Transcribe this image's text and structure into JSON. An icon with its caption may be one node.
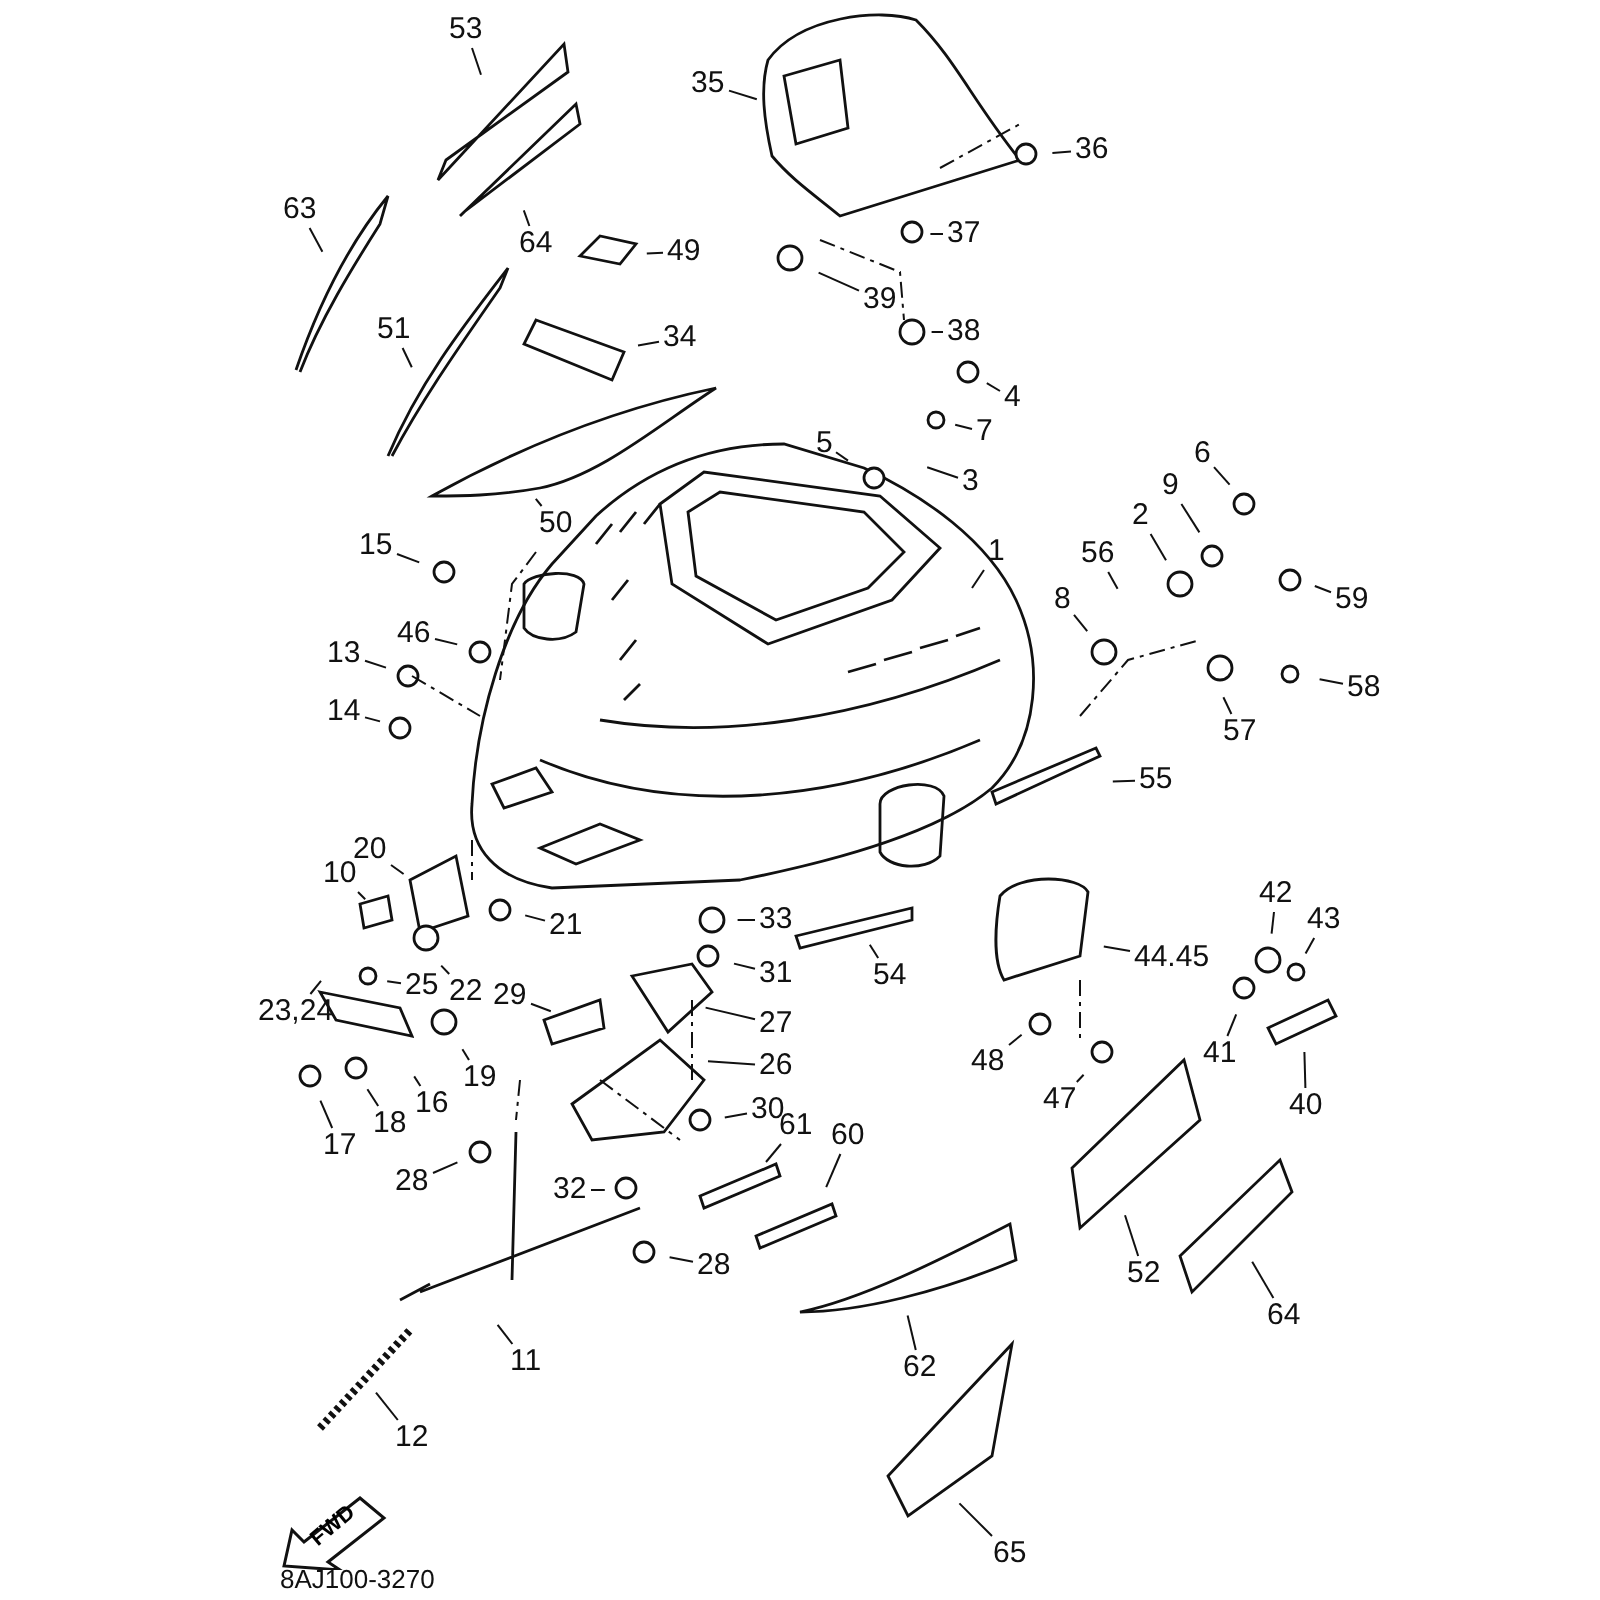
{
  "diagram": {
    "nodes": [
      {
        "text": [
          "53"
        ]
      },
      {
        "text": [
          "35"
        ]
      },
      {
        "text": [
          "64"
        ]
      },
      {
        "text": [
          "63"
        ]
      },
      {
        "text": [
          "36"
        ]
      },
      {
        "text": [
          "49"
        ]
      },
      {
        "text": [
          "37"
        ]
      },
      {
        "text": [
          "39"
        ]
      },
      {
        "text": [
          "34"
        ]
      },
      {
        "text": [
          "38"
        ]
      },
      {
        "text": [
          "51"
        ]
      },
      {
        "text": [
          "4"
        ]
      },
      {
        "text": [
          "7"
        ]
      },
      {
        "text": [
          "5"
        ]
      },
      {
        "text": [
          "3"
        ]
      },
      {
        "text": [
          "50"
        ]
      },
      {
        "text": [
          "6"
        ]
      },
      {
        "text": [
          "9"
        ]
      },
      {
        "text": [
          "2"
        ]
      },
      {
        "text": [
          "15"
        ]
      },
      {
        "text": [
          "1"
        ]
      },
      {
        "text": [
          "56"
        ]
      },
      {
        "text": [
          "8"
        ]
      },
      {
        "text": [
          "59"
        ]
      },
      {
        "text": [
          "46"
        ]
      },
      {
        "text": [
          "13"
        ]
      },
      {
        "text": [
          "58"
        ]
      },
      {
        "text": [
          "57"
        ]
      },
      {
        "text": [
          "14"
        ]
      },
      {
        "text": [
          "55"
        ]
      },
      {
        "text": [
          "20"
        ]
      },
      {
        "text": [
          "10"
        ]
      },
      {
        "text": [
          "21"
        ]
      },
      {
        "text": [
          "33"
        ]
      },
      {
        "text": [
          "31"
        ]
      },
      {
        "text": [
          "42"
        ]
      },
      {
        "text": [
          "43"
        ]
      },
      {
        "text": [
          "44.45"
        ]
      },
      {
        "text": [
          "25"
        ]
      },
      {
        "text": [
          "22"
        ]
      },
      {
        "text": [
          "29"
        ]
      },
      {
        "text": [
          "23,24"
        ]
      },
      {
        "text": [
          "27"
        ]
      },
      {
        "text": [
          "26"
        ]
      },
      {
        "text": [
          "41"
        ]
      },
      {
        "text": [
          "19"
        ]
      },
      {
        "text": [
          "16"
        ]
      },
      {
        "text": [
          "48"
        ]
      },
      {
        "text": [
          "40"
        ]
      },
      {
        "text": [
          "30"
        ]
      },
      {
        "text": [
          "18"
        ]
      },
      {
        "text": [
          "17"
        ]
      },
      {
        "text": [
          "47"
        ]
      },
      {
        "text": [
          "61"
        ]
      },
      {
        "text": [
          "60"
        ]
      },
      {
        "text": [
          "28"
        ]
      },
      {
        "text": [
          "32"
        ]
      },
      {
        "text": [
          "54"
        ]
      },
      {
        "text": [
          "28"
        ]
      },
      {
        "text": [
          "52"
        ]
      },
      {
        "text": [
          "64"
        ]
      },
      {
        "text": [
          "11"
        ]
      },
      {
        "text": [
          "62"
        ]
      },
      {
        "text": [
          "12"
        ]
      },
      {
        "text": [
          "65"
        ]
      },
      {
        "text": [
          "FWD"
        ]
      }
    ],
    "edges": [
      {
        "from": 0,
        "to": null,
        "arrow": "none"
      },
      {
        "from": 1,
        "to": null,
        "arrow": "none"
      },
      {
        "from": 2,
        "to": null,
        "arrow": "none"
      },
      {
        "from": 3,
        "to": null,
        "arrow": "none"
      },
      {
        "from": 4,
        "to": null,
        "arrow": "none"
      },
      {
        "from": 5,
        "to": null,
        "arrow": "none"
      },
      {
        "from": 6,
        "to": null,
        "arrow": "none"
      },
      {
        "from": 7,
        "to": null,
        "arrow": "none"
      },
      {
        "from": 8,
        "to": null,
        "arrow": "none"
      },
      {
        "from": 9,
        "to": null,
        "arrow": "none"
      },
      {
        "from": 10,
        "to": null,
        "arrow": "none"
      },
      {
        "from": 11,
        "to": null,
        "arrow": "none"
      },
      {
        "from": 12,
        "to": null,
        "arrow": "none"
      },
      {
        "from": 13,
        "to": null,
        "arrow": "none"
      },
      {
        "from": 14,
        "to": null,
        "arrow": "none"
      },
      {
        "from": 15,
        "to": null,
        "arrow": "none"
      },
      {
        "from": 16,
        "to": null,
        "arrow": "none"
      },
      {
        "from": 17,
        "to": null,
        "arrow": "none"
      },
      {
        "from": 18,
        "to": null,
        "arrow": "none"
      },
      {
        "from": 19,
        "to": null,
        "arrow": "none"
      },
      {
        "from": 20,
        "to": null,
        "arrow": "none"
      },
      {
        "from": 21,
        "to": null,
        "arrow": "none"
      },
      {
        "from": 22,
        "to": null,
        "arrow": "none"
      },
      {
        "from": 23,
        "to": null,
        "arrow": "none"
      },
      {
        "from": 24,
        "to": null,
        "arrow": "none"
      },
      {
        "from": 25,
        "to": null,
        "arrow": "none"
      },
      {
        "from": 26,
        "to": null,
        "arrow": "none"
      },
      {
        "from": 27,
        "to": null,
        "arrow": "none"
      },
      {
        "from": 28,
        "to": null,
        "arrow": "none"
      },
      {
        "from": 29,
        "to": null,
        "arrow": "none"
      },
      {
        "from": 30,
        "to": null,
        "arrow": "none"
      },
      {
        "from": 31,
        "to": null,
        "arrow": "none"
      },
      {
        "from": 32,
        "to": null,
        "arrow": "none"
      },
      {
        "from": 33,
        "to": null,
        "arrow": "none"
      },
      {
        "from": 34,
        "to": null,
        "arrow": "none"
      },
      {
        "from": 35,
        "to": null,
        "arrow": "none"
      },
      {
        "from": 36,
        "to": null,
        "arrow": "none"
      },
      {
        "from": 37,
        "to": null,
        "arrow": "none"
      },
      {
        "from": 38,
        "to": null,
        "arrow": "none"
      },
      {
        "from": 39,
        "to": null,
        "arrow": "none"
      },
      {
        "from": 40,
        "to": null,
        "arrow": "none"
      },
      {
        "from": 41,
        "to": null,
        "arrow": "none"
      },
      {
        "from": 42,
        "to": null,
        "arrow": "none"
      },
      {
        "from": 43,
        "to": null,
        "arrow": "none"
      },
      {
        "from": 44,
        "to": null,
        "arrow": "none"
      },
      {
        "from": 45,
        "to": null,
        "arrow": "none"
      },
      {
        "from": 46,
        "to": null,
        "arrow": "none"
      },
      {
        "from": 47,
        "to": null,
        "arrow": "none"
      },
      {
        "from": 48,
        "to": null,
        "arrow": "none"
      },
      {
        "from": 49,
        "to": null,
        "arrow": "none"
      },
      {
        "from": 50,
        "to": null,
        "arrow": "none"
      },
      {
        "from": 51,
        "to": null,
        "arrow": "none"
      },
      {
        "from": 52,
        "to": null,
        "arrow": "none"
      },
      {
        "from": 53,
        "to": null,
        "arrow": "none"
      },
      {
        "from": 54,
        "to": null,
        "arrow": "none"
      },
      {
        "from": 55,
        "to": null,
        "arrow": "none"
      },
      {
        "from": 56,
        "to": null,
        "arrow": "none"
      },
      {
        "from": 57,
        "to": null,
        "arrow": "none"
      },
      {
        "from": 58,
        "to": null,
        "arrow": "none"
      },
      {
        "from": 59,
        "to": null,
        "arrow": "none"
      },
      {
        "from": 60,
        "to": null,
        "arrow": "none"
      },
      {
        "from": 61,
        "to": null,
        "arrow": "none"
      },
      {
        "from": 62,
        "to": null,
        "arrow": "none"
      },
      {
        "from": 63,
        "to": null,
        "arrow": "none"
      },
      {
        "from": 64,
        "to": null,
        "arrow": "none"
      }
    ],
    "labels": [
      "8AJ100-3270"
    ]
  }
}
